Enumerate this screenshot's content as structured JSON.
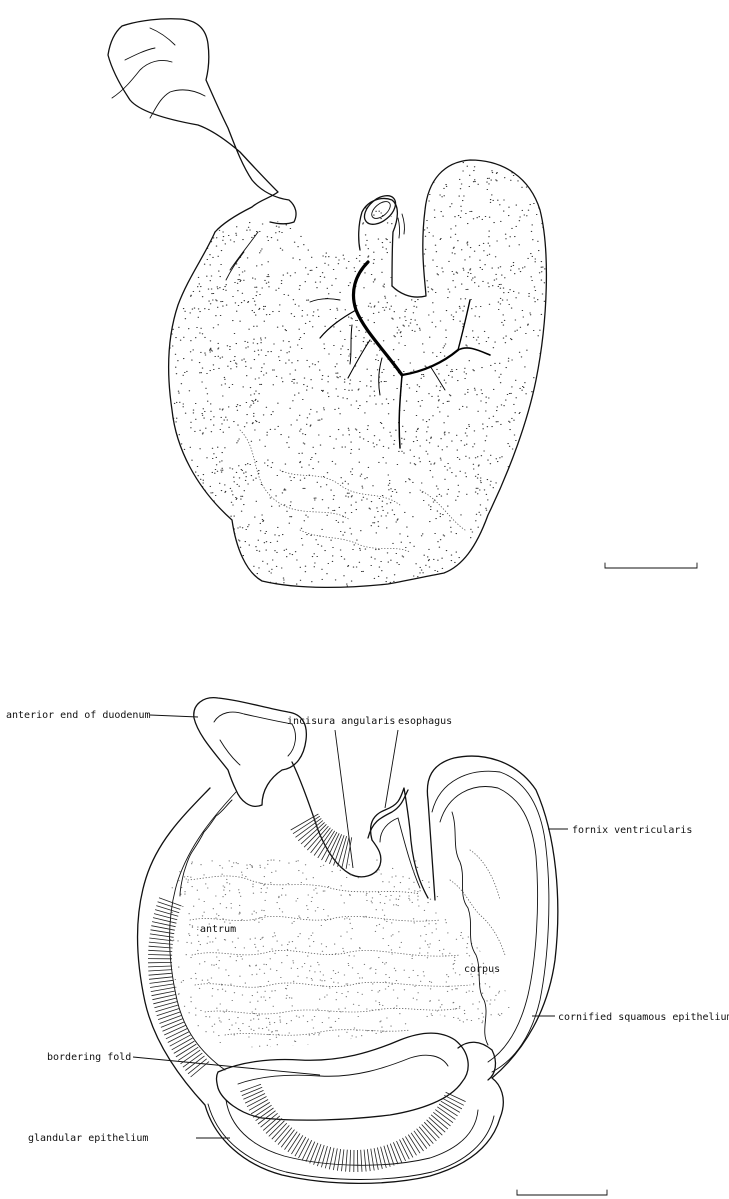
{
  "labels": {
    "duodenum": "anterior end of duodenum",
    "incisura": "incisura angularis",
    "esophagus": "esophagus",
    "fornix": "fornix ventricularis",
    "antrum": "antrum",
    "corpus": "corpus",
    "cornified": "cornified squamous epithelium",
    "bordering_fold": "bordering fold",
    "glandular": "glandular epithelium"
  },
  "colors": {
    "ink": "#111111",
    "background": "#ffffff"
  }
}
